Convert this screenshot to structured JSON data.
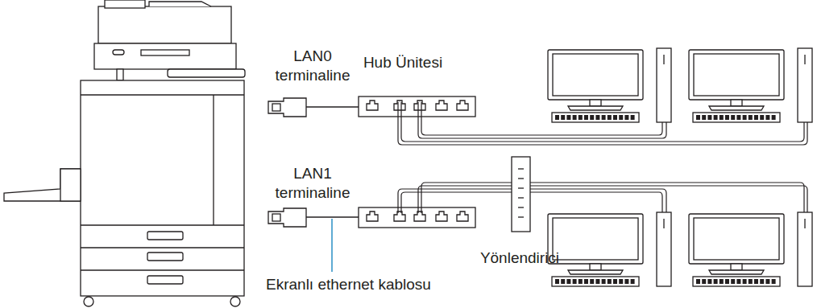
{
  "diagram": {
    "nodes": [
      {
        "text": [
          "Hub Ünitesi"
        ]
      },
      {
        "text": [
          "Yönlendirici"
        ]
      }
    ],
    "labels": [
      "LAN0 terminaline",
      "LAN1 terminaline",
      "Ekranlı ethernet kablosu"
    ]
  }
}
